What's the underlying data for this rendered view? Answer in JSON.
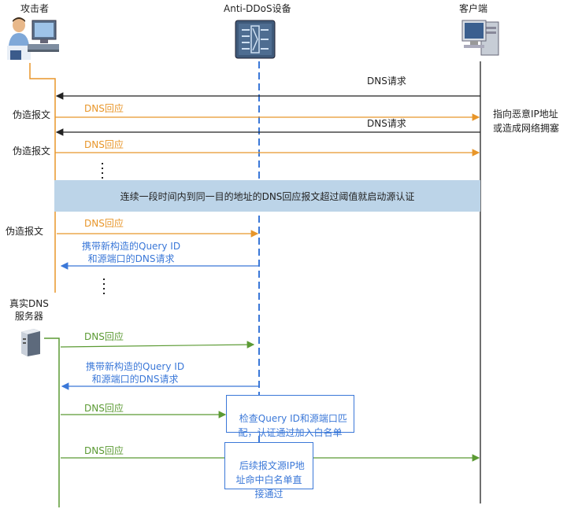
{
  "participants": {
    "attacker": "攻击者",
    "device": "Anti-DDoS设备",
    "client": "客户端",
    "dns_server": "真实DNS\n服务器"
  },
  "messages": {
    "dns_request_1": "DNS请求",
    "dns_response_1": "DNS回应",
    "dns_request_2": "DNS请求",
    "dns_response_2": "DNS回应",
    "dns_response_3": "DNS回应",
    "query_request_1": "携带新构造的Query ID\n和源端口的DNS请求",
    "dns_response_4": "DNS回应",
    "query_request_2": "携带新构造的Query ID\n和源端口的DNS请求",
    "dns_response_5": "DNS回应",
    "dns_response_6": "DNS回应"
  },
  "side_labels": {
    "forged_1": "伪造报文",
    "forged_2": "伪造报文",
    "forged_3": "伪造报文",
    "client_effect": "指向恶意IP地址\n或造成网络拥塞"
  },
  "banner": "连续一段时间内到同一目的地址的DNS回应报文超过阈值就启动源认证",
  "notes": {
    "check": "检查Query ID和源端口匹\n配，认证通过加入白名单",
    "whitelist": "后续报文源IP地\n址命中白名单直\n接通过"
  },
  "colors": {
    "orange": "#e8962a",
    "green": "#5b9a33",
    "blue": "#3b78d8",
    "black": "#222222",
    "banner": "#bcd4e8"
  },
  "icons": [
    "attacker-computer-icon",
    "firewall-device-icon",
    "client-computer-icon",
    "server-icon"
  ]
}
